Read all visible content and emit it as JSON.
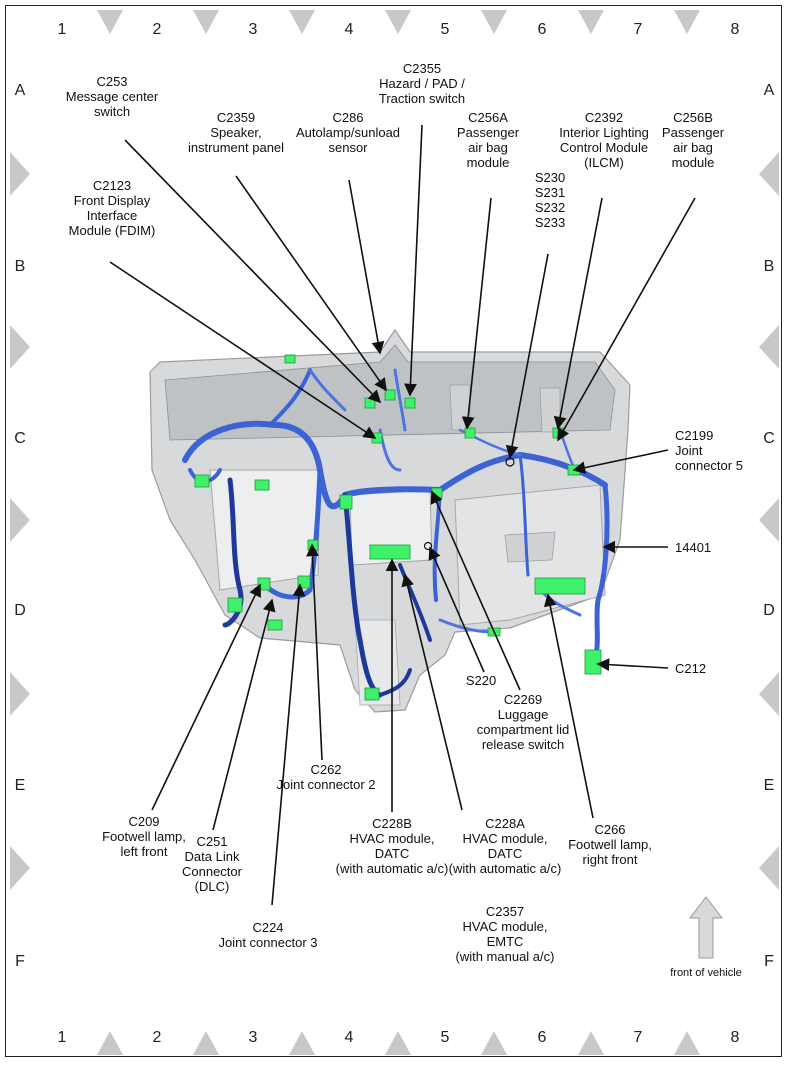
{
  "grid": {
    "columns": [
      "1",
      "2",
      "3",
      "4",
      "5",
      "6",
      "7",
      "8"
    ],
    "rows": [
      "A",
      "B",
      "C",
      "D",
      "E",
      "F"
    ]
  },
  "callouts": [
    {
      "id": "c253",
      "lines": [
        "C253",
        "Message center",
        "switch"
      ]
    },
    {
      "id": "c2359",
      "lines": [
        "C2359",
        "Speaker,",
        "instrument panel"
      ]
    },
    {
      "id": "c286",
      "lines": [
        "C286",
        "Autolamp/sunload",
        "sensor"
      ]
    },
    {
      "id": "c2355",
      "lines": [
        "C2355",
        "Hazard / PAD /",
        "Traction switch"
      ]
    },
    {
      "id": "c256a",
      "lines": [
        "C256A",
        "Passenger",
        "air bag",
        "module"
      ]
    },
    {
      "id": "c2392",
      "lines": [
        "C2392",
        "Interior Lighting",
        "Control Module",
        "(ILCM)"
      ]
    },
    {
      "id": "c256b",
      "lines": [
        "C256B",
        "Passenger",
        "air bag",
        "module"
      ]
    },
    {
      "id": "s230",
      "lines": [
        "S230",
        "S231",
        "S232",
        "S233"
      ]
    },
    {
      "id": "c2123",
      "lines": [
        "C2123",
        "Front Display",
        "Interface",
        "Module (FDIM)"
      ]
    },
    {
      "id": "c2199",
      "lines": [
        "C2199",
        "Joint",
        "connector 5"
      ]
    },
    {
      "id": "p14401",
      "lines": [
        "14401"
      ]
    },
    {
      "id": "c212",
      "lines": [
        "C212"
      ]
    },
    {
      "id": "s220",
      "lines": [
        "S220"
      ]
    },
    {
      "id": "c2269",
      "lines": [
        "C2269",
        "Luggage",
        "compartment lid",
        "release switch"
      ]
    },
    {
      "id": "c262",
      "lines": [
        "C262",
        "Joint connector 2"
      ]
    },
    {
      "id": "c209",
      "lines": [
        "C209",
        "Footwell lamp,",
        "left front"
      ]
    },
    {
      "id": "c251",
      "lines": [
        "C251",
        "Data Link",
        "Connector",
        "(DLC)"
      ]
    },
    {
      "id": "c228b",
      "lines": [
        "C228B",
        "HVAC module,",
        "DATC",
        "(with automatic a/c)"
      ]
    },
    {
      "id": "c228a",
      "lines": [
        "C228A",
        "HVAC module,",
        "DATC",
        "(with automatic a/c)"
      ]
    },
    {
      "id": "c266",
      "lines": [
        "C266",
        "Footwell lamp,",
        "right front"
      ]
    },
    {
      "id": "c224",
      "lines": [
        "C224",
        "Joint connector 3"
      ]
    },
    {
      "id": "c2357",
      "lines": [
        "C2357",
        "HVAC module,",
        "EMTC",
        "(with manual a/c)"
      ]
    }
  ],
  "orientation": {
    "label": "front of vehicle"
  },
  "colors": {
    "harness": "#3c63d6",
    "harness_dark": "#1d3a9a",
    "connector": "#3ef06a",
    "panel": "#c9cbcd",
    "marker": "#c8c8c8"
  }
}
